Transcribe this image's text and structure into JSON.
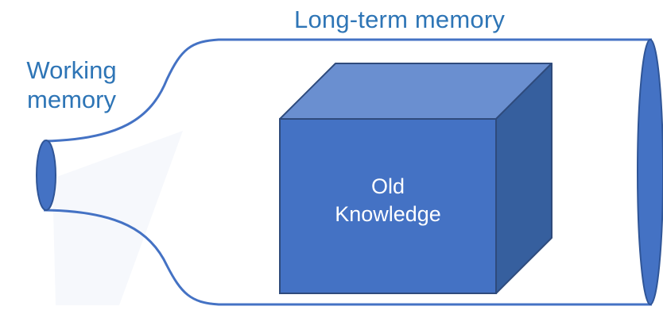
{
  "labels": {
    "long_term_memory": "Long-term memory",
    "working_memory_line1": "Working",
    "working_memory_line2": "memory"
  },
  "cube": {
    "line1": "Old",
    "line2": "Knowledge"
  },
  "colors": {
    "outline": "#4472C4",
    "text": "#2E75B6",
    "cube_front": "#4472C4",
    "cube_top": "#6A8FD0",
    "cube_side": "#365F9E",
    "cube_edge": "#2F4B7C",
    "rim": "#4472C4"
  }
}
